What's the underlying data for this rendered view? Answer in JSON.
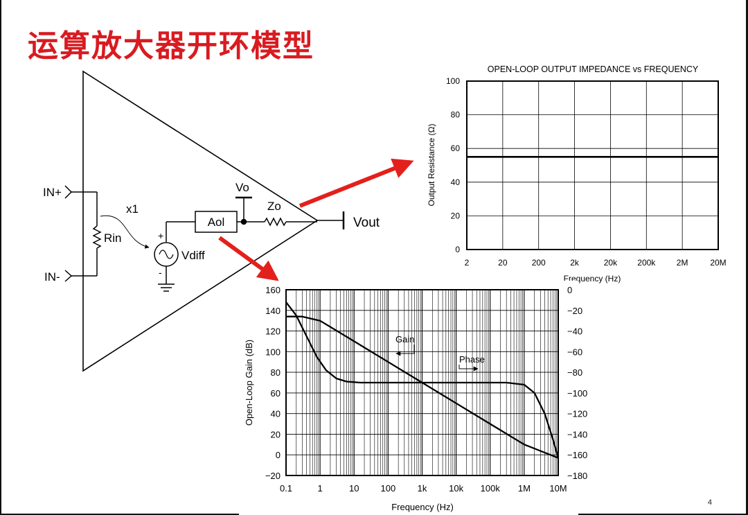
{
  "title": "运算放大器开环模型",
  "page_number": "4",
  "circuit": {
    "in_plus": "IN+",
    "in_minus": "IN-",
    "rin": "Rin",
    "x1": "x1",
    "plus_sign": "+",
    "minus_sign": "-",
    "vdiff": "Vdiff",
    "aol": "Aol",
    "vo": "Vo",
    "zo": "Zo",
    "vout": "Vout"
  },
  "colors": {
    "title": "#d81b21",
    "arrow": "#e3201b",
    "line": "#000000"
  },
  "chart_data": [
    {
      "type": "line",
      "title": "OPEN-LOOP OUTPUT IMPEDANCE vs FREQUENCY",
      "xlabel": "Frequency (Hz)",
      "ylabel": "Output Resistance (Ω)",
      "x_scale": "log",
      "x_tick_labels": [
        "2",
        "20",
        "200",
        "2k",
        "20k",
        "200k",
        "2M",
        "20M"
      ],
      "y_ticks": [
        0,
        20,
        40,
        60,
        80,
        100
      ],
      "ylim": [
        0,
        100
      ],
      "grid": true,
      "series": [
        {
          "x": [
            2,
            20000000
          ],
          "y": [
            55,
            55
          ]
        }
      ]
    },
    {
      "type": "line",
      "xlabel": "Frequency (Hz)",
      "ylabel": "Open-Loop Gain (dB)",
      "x_scale": "log",
      "x_tick_labels": [
        "0.1",
        "1",
        "10",
        "100",
        "1k",
        "10k",
        "100k",
        "1M",
        "10M"
      ],
      "y_ticks": [
        -20,
        0,
        20,
        40,
        60,
        80,
        100,
        120,
        140,
        160
      ],
      "ylim": [
        -20,
        160
      ],
      "y2_ticks": [
        0,
        -20,
        -40,
        -60,
        -80,
        -100,
        -120,
        -140,
        -160,
        -180
      ],
      "y2_tick_labels": [
        "0",
        "−20",
        "−40",
        "−60",
        "−80",
        "−100",
        "−120",
        "−140",
        "−160",
        "−180"
      ],
      "y2lim": [
        -180,
        0
      ],
      "grid": true,
      "annotations": [
        "Gain",
        "Phase"
      ],
      "series": [
        {
          "name": "Gain",
          "axis": "left",
          "x": [
            0.1,
            0.3,
            1,
            10,
            100,
            1000,
            10000,
            100000,
            1000000,
            10000000
          ],
          "y": [
            134,
            134,
            130,
            110,
            90,
            70,
            50,
            30,
            10,
            -3
          ]
        },
        {
          "name": "Phase",
          "axis": "right",
          "x": [
            0.1,
            0.2,
            0.4,
            0.8,
            1.5,
            3,
            6,
            15,
            100,
            10000,
            300000,
            1000000,
            2000000,
            4000000,
            7000000,
            10000000
          ],
          "y": [
            -12,
            -25,
            -45,
            -65,
            -78,
            -86,
            -89,
            -90,
            -90,
            -90,
            -90,
            -92,
            -100,
            -120,
            -145,
            -163
          ]
        }
      ]
    }
  ]
}
